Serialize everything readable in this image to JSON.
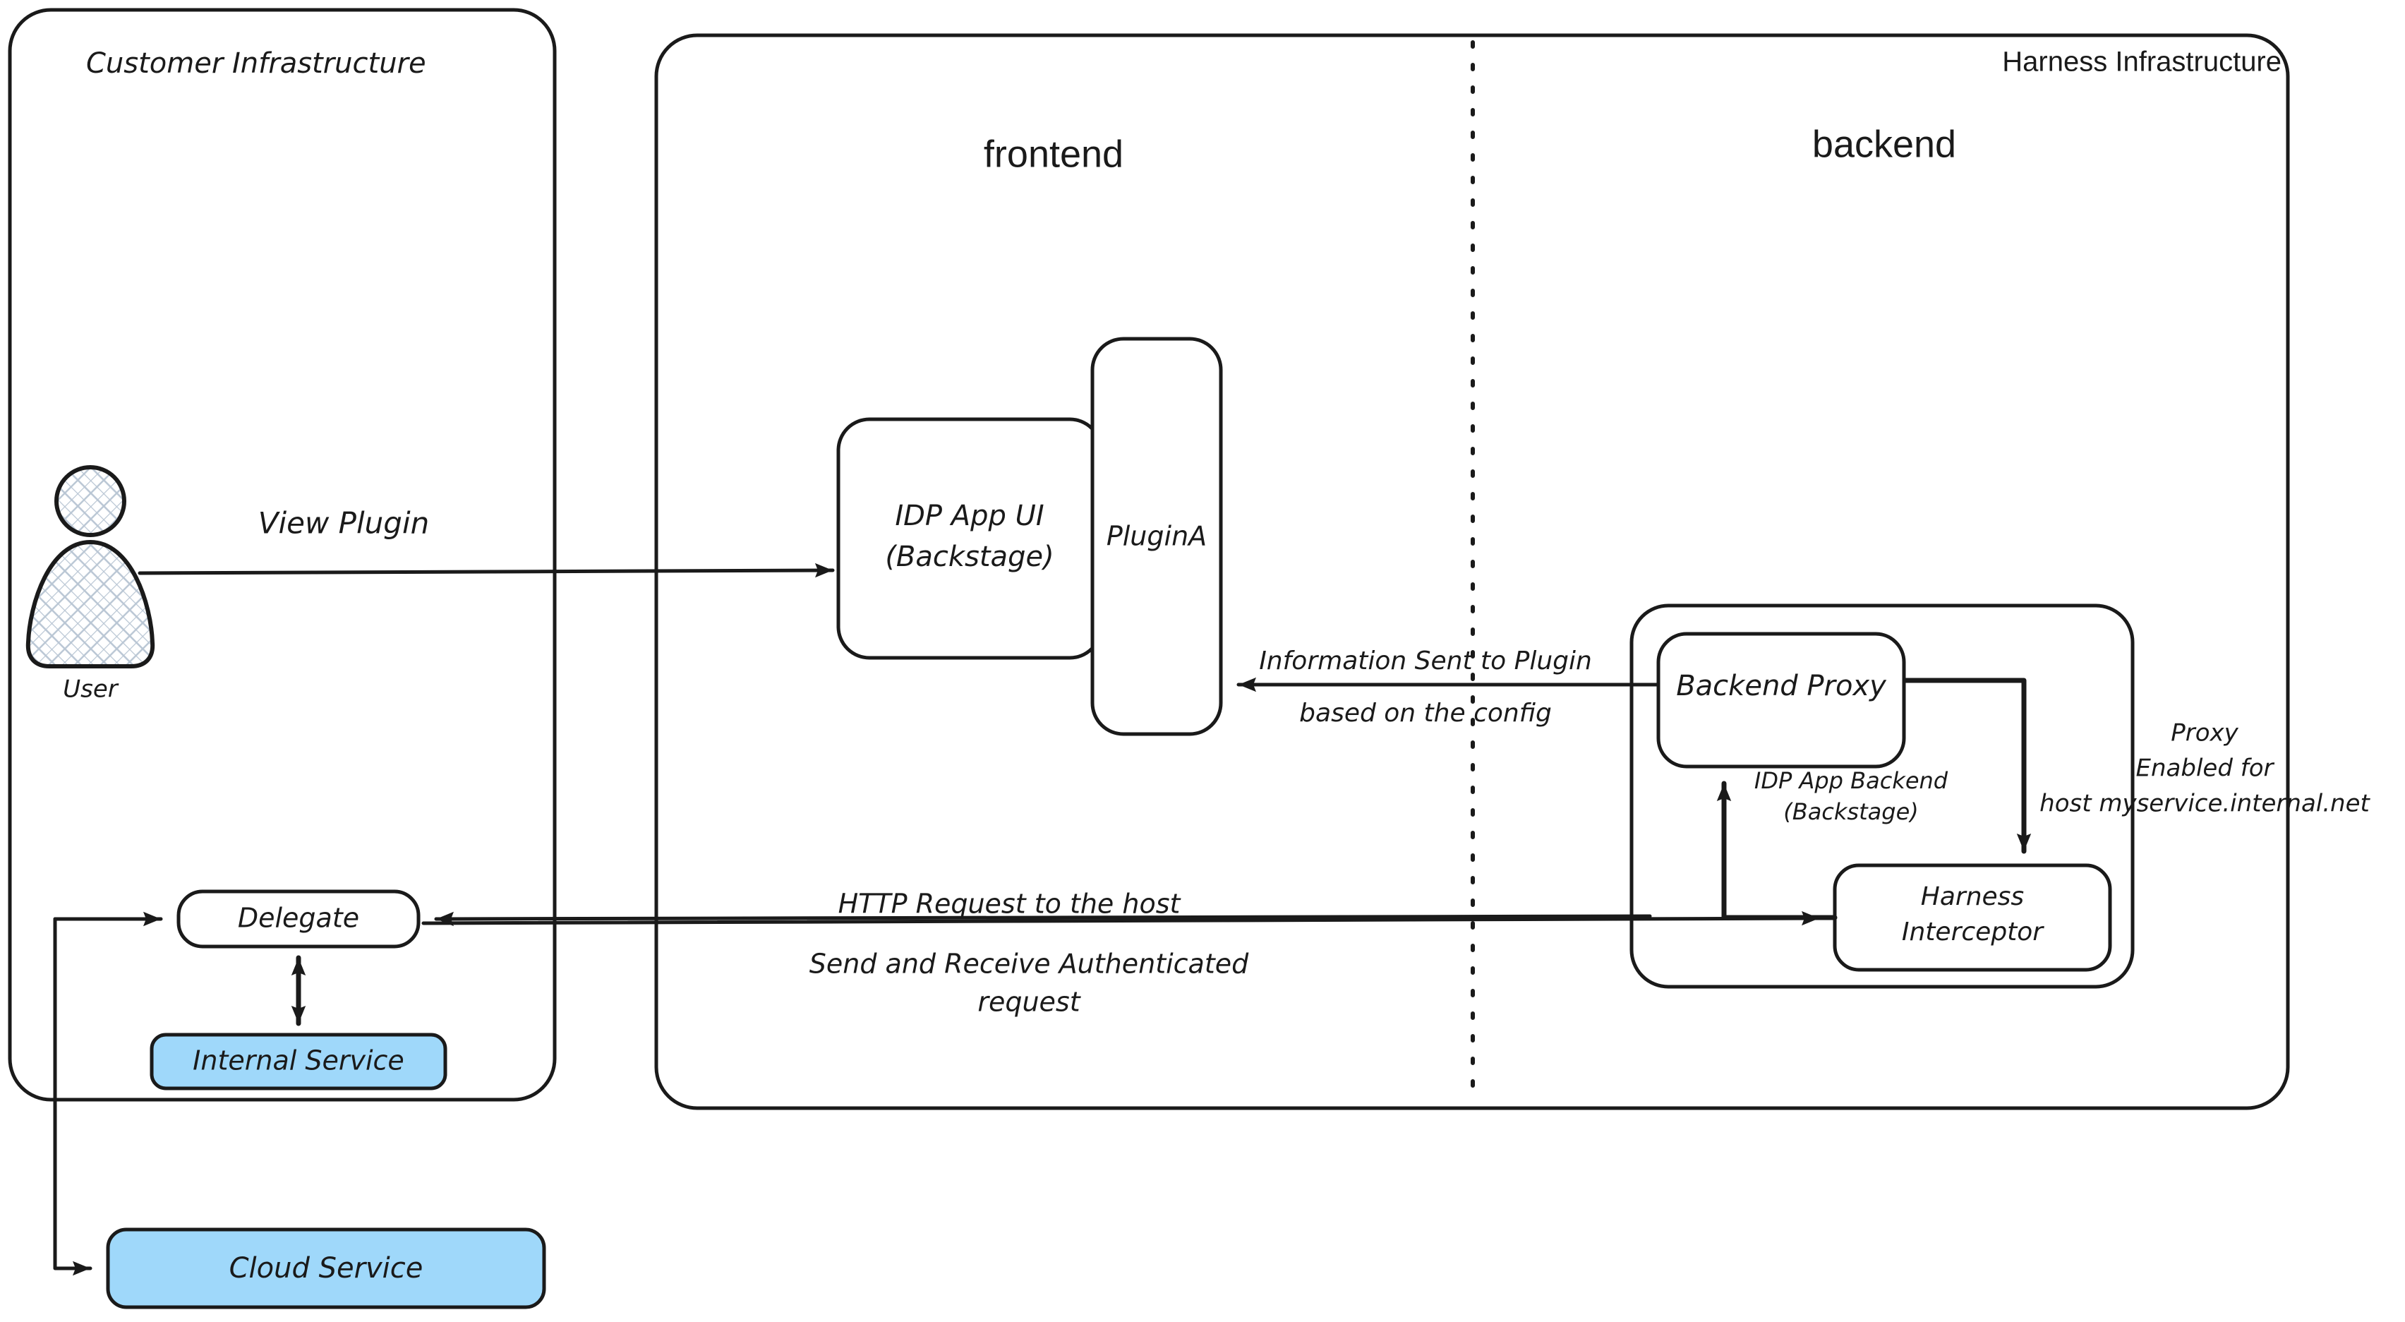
{
  "diagram": {
    "title_customer": "Customer Infrastructure",
    "title_harness": "Harness Infrastructure",
    "zone_frontend": "frontend",
    "zone_backend": "backend",
    "colors": {
      "stroke": "#1a1a1a",
      "service_fill": "#9fd8fa",
      "box_fill": "#ffffff",
      "background": "#ffffff"
    }
  },
  "nodes": {
    "user": {
      "label": "User",
      "icon": "user-actor-icon"
    },
    "idp_app_ui": {
      "line1": "IDP App UI",
      "line2": "(Backstage)"
    },
    "plugin_a": {
      "label": "PluginA"
    },
    "idp_app_backend": {
      "line1": "IDP App Backend",
      "line2": "(Backstage)"
    },
    "backend_proxy": {
      "label": "Backend Proxy"
    },
    "harness_interceptor": {
      "line1": "Harness",
      "line2": "Interceptor"
    },
    "delegate": {
      "label": "Delegate"
    },
    "internal_service": {
      "label": "Internal Service"
    },
    "cloud_service": {
      "label": "Cloud Service"
    }
  },
  "edges": {
    "view_plugin": {
      "label": "View Plugin"
    },
    "info_to_plugin": {
      "line1": "Information Sent to Plugin",
      "line2": "based on the config"
    },
    "http_request": {
      "label": "HTTP Request to the host"
    },
    "authenticated": {
      "line1": "Send and Receive Authenticated",
      "line2": "request"
    },
    "proxy_enabled": {
      "line1": "Proxy",
      "line2": "Enabled for",
      "line3": "host myservice.internal.net"
    }
  }
}
